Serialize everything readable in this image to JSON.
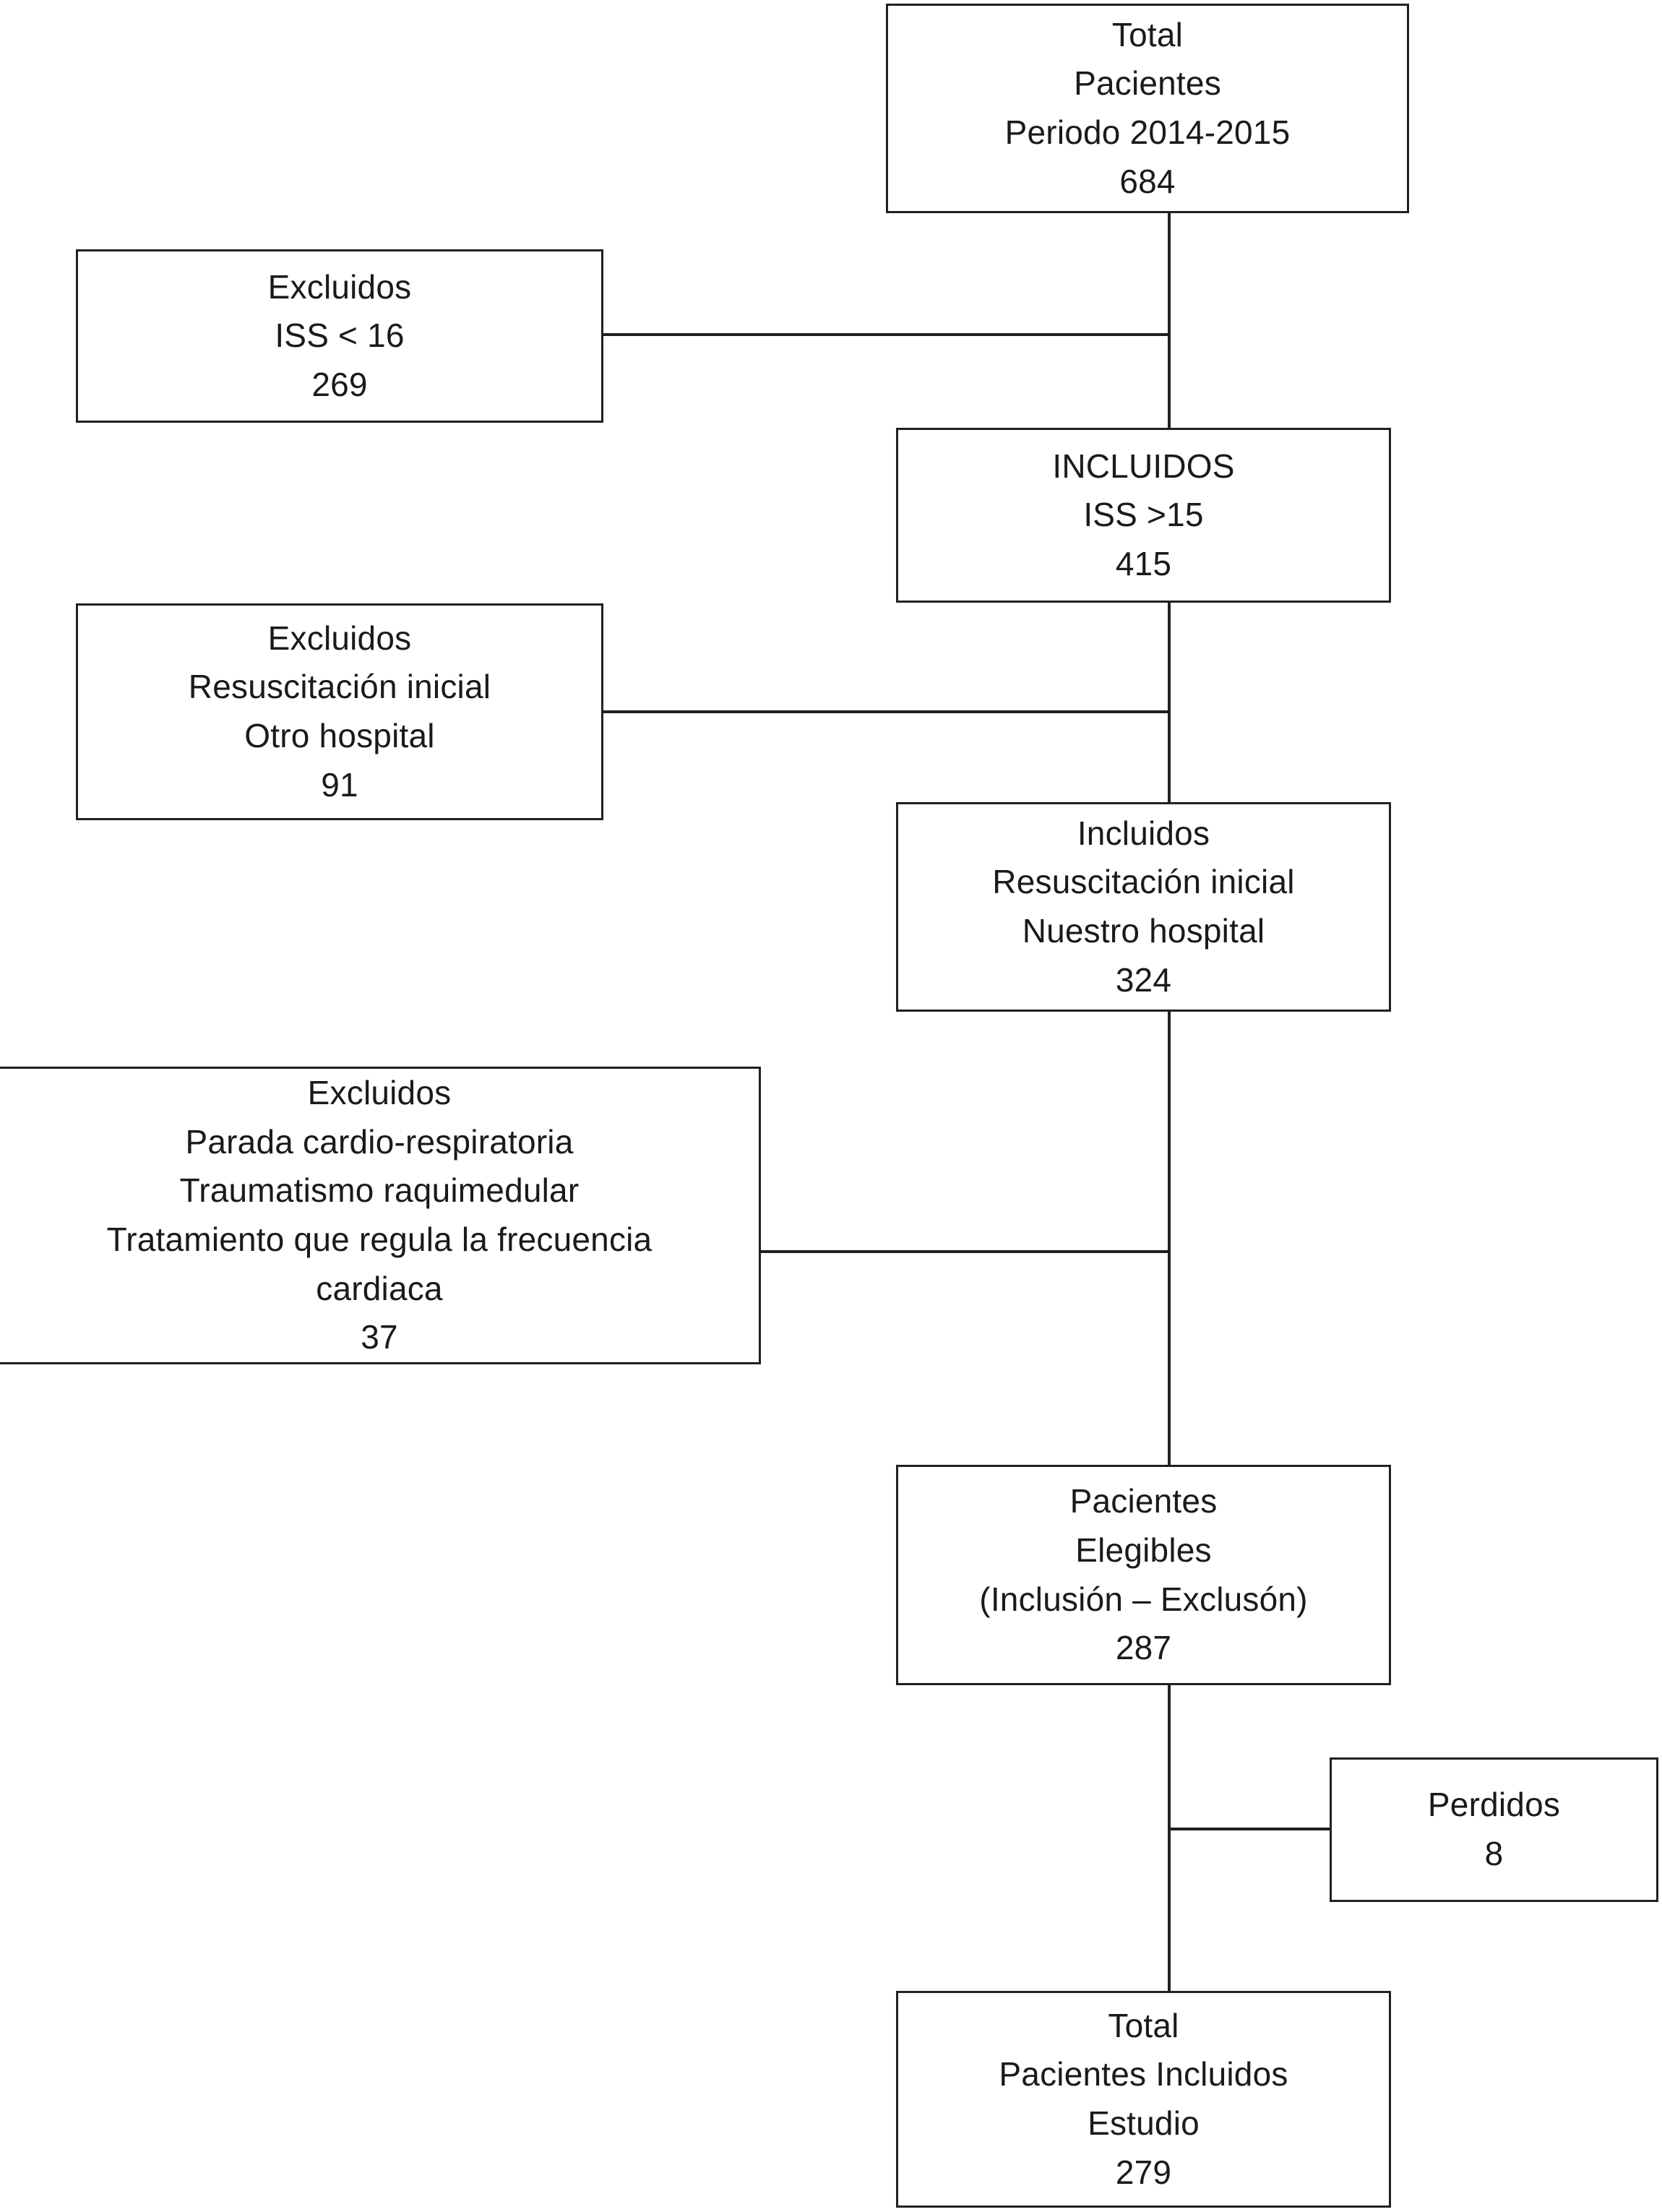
{
  "diagram": {
    "title": "Diagrama de flujo de seleccion de pacientes",
    "type": "flowchart",
    "stroke_color": "#231f20",
    "background_color": "#ffffff",
    "text_color": "#1a1a1a"
  },
  "nodes": [
    {
      "id": "total-pacientes",
      "name": "total-patients-box",
      "lines": [
        "Total",
        "Pacientes",
        "Periodo 2014-2015",
        "684"
      ],
      "count": 684
    },
    {
      "id": "excluidos-iss",
      "name": "excluded-iss-box",
      "lines": [
        "Excluidos",
        "ISS < 16",
        "269"
      ],
      "count": 269
    },
    {
      "id": "incluidos-iss",
      "name": "included-iss-box",
      "lines": [
        "INCLUIDOS",
        "ISS >15",
        "415"
      ],
      "count": 415
    },
    {
      "id": "excluidos-otro-hospital",
      "name": "excluded-other-hospital-box",
      "lines": [
        "Excluidos",
        "Resuscitación inicial",
        "Otro hospital",
        "91"
      ],
      "count": 91
    },
    {
      "id": "incluidos-nuestro-hospital",
      "name": "included-our-hospital-box",
      "lines": [
        "Incluidos",
        "Resuscitación inicial",
        "Nuestro hospital",
        "324"
      ],
      "count": 324
    },
    {
      "id": "excluidos-criterios",
      "name": "excluded-criteria-box",
      "lines": [
        "Excluidos",
        "Parada cardio-respiratoria",
        "Traumatismo raquimedular",
        "Tratamiento que regula la frecuencia",
        "cardiaca",
        "37"
      ],
      "count": 37
    },
    {
      "id": "pacientes-elegibles",
      "name": "eligible-patients-box",
      "lines": [
        "Pacientes",
        "Elegibles",
        "(Inclusión – Exclusón)",
        "287"
      ],
      "count": 287
    },
    {
      "id": "perdidos",
      "name": "lost-to-followup-box",
      "lines": [
        "Perdidos",
        "8"
      ],
      "count": 8
    },
    {
      "id": "total-incluidos",
      "name": "total-included-study-box",
      "lines": [
        "Total",
        "Pacientes Incluidos",
        "Estudio",
        "279"
      ],
      "count": 279
    }
  ]
}
